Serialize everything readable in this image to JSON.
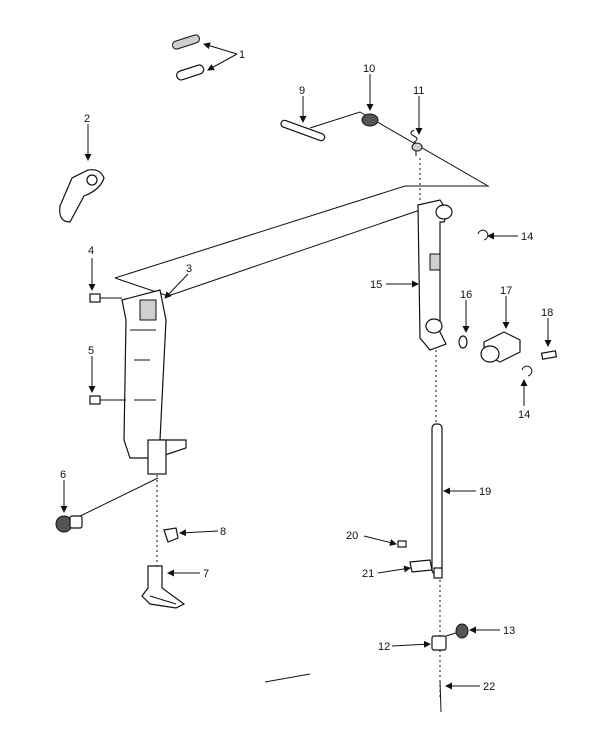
{
  "callouts": [
    {
      "id": "1",
      "label": "1"
    },
    {
      "id": "2",
      "label": "2"
    },
    {
      "id": "3",
      "label": "3"
    },
    {
      "id": "4",
      "label": "4"
    },
    {
      "id": "5",
      "label": "5"
    },
    {
      "id": "6",
      "label": "6"
    },
    {
      "id": "7",
      "label": "7"
    },
    {
      "id": "8",
      "label": "8"
    },
    {
      "id": "9",
      "label": "9"
    },
    {
      "id": "10",
      "label": "10"
    },
    {
      "id": "11",
      "label": "11"
    },
    {
      "id": "12",
      "label": "12"
    },
    {
      "id": "13",
      "label": "13"
    },
    {
      "id": "14a",
      "label": "14"
    },
    {
      "id": "14b",
      "label": "14"
    },
    {
      "id": "15",
      "label": "15"
    },
    {
      "id": "16",
      "label": "16"
    },
    {
      "id": "17",
      "label": "17"
    },
    {
      "id": "18",
      "label": "18"
    },
    {
      "id": "19",
      "label": "19"
    },
    {
      "id": "20",
      "label": "20"
    },
    {
      "id": "21",
      "label": "21"
    },
    {
      "id": "22",
      "label": "22"
    }
  ]
}
